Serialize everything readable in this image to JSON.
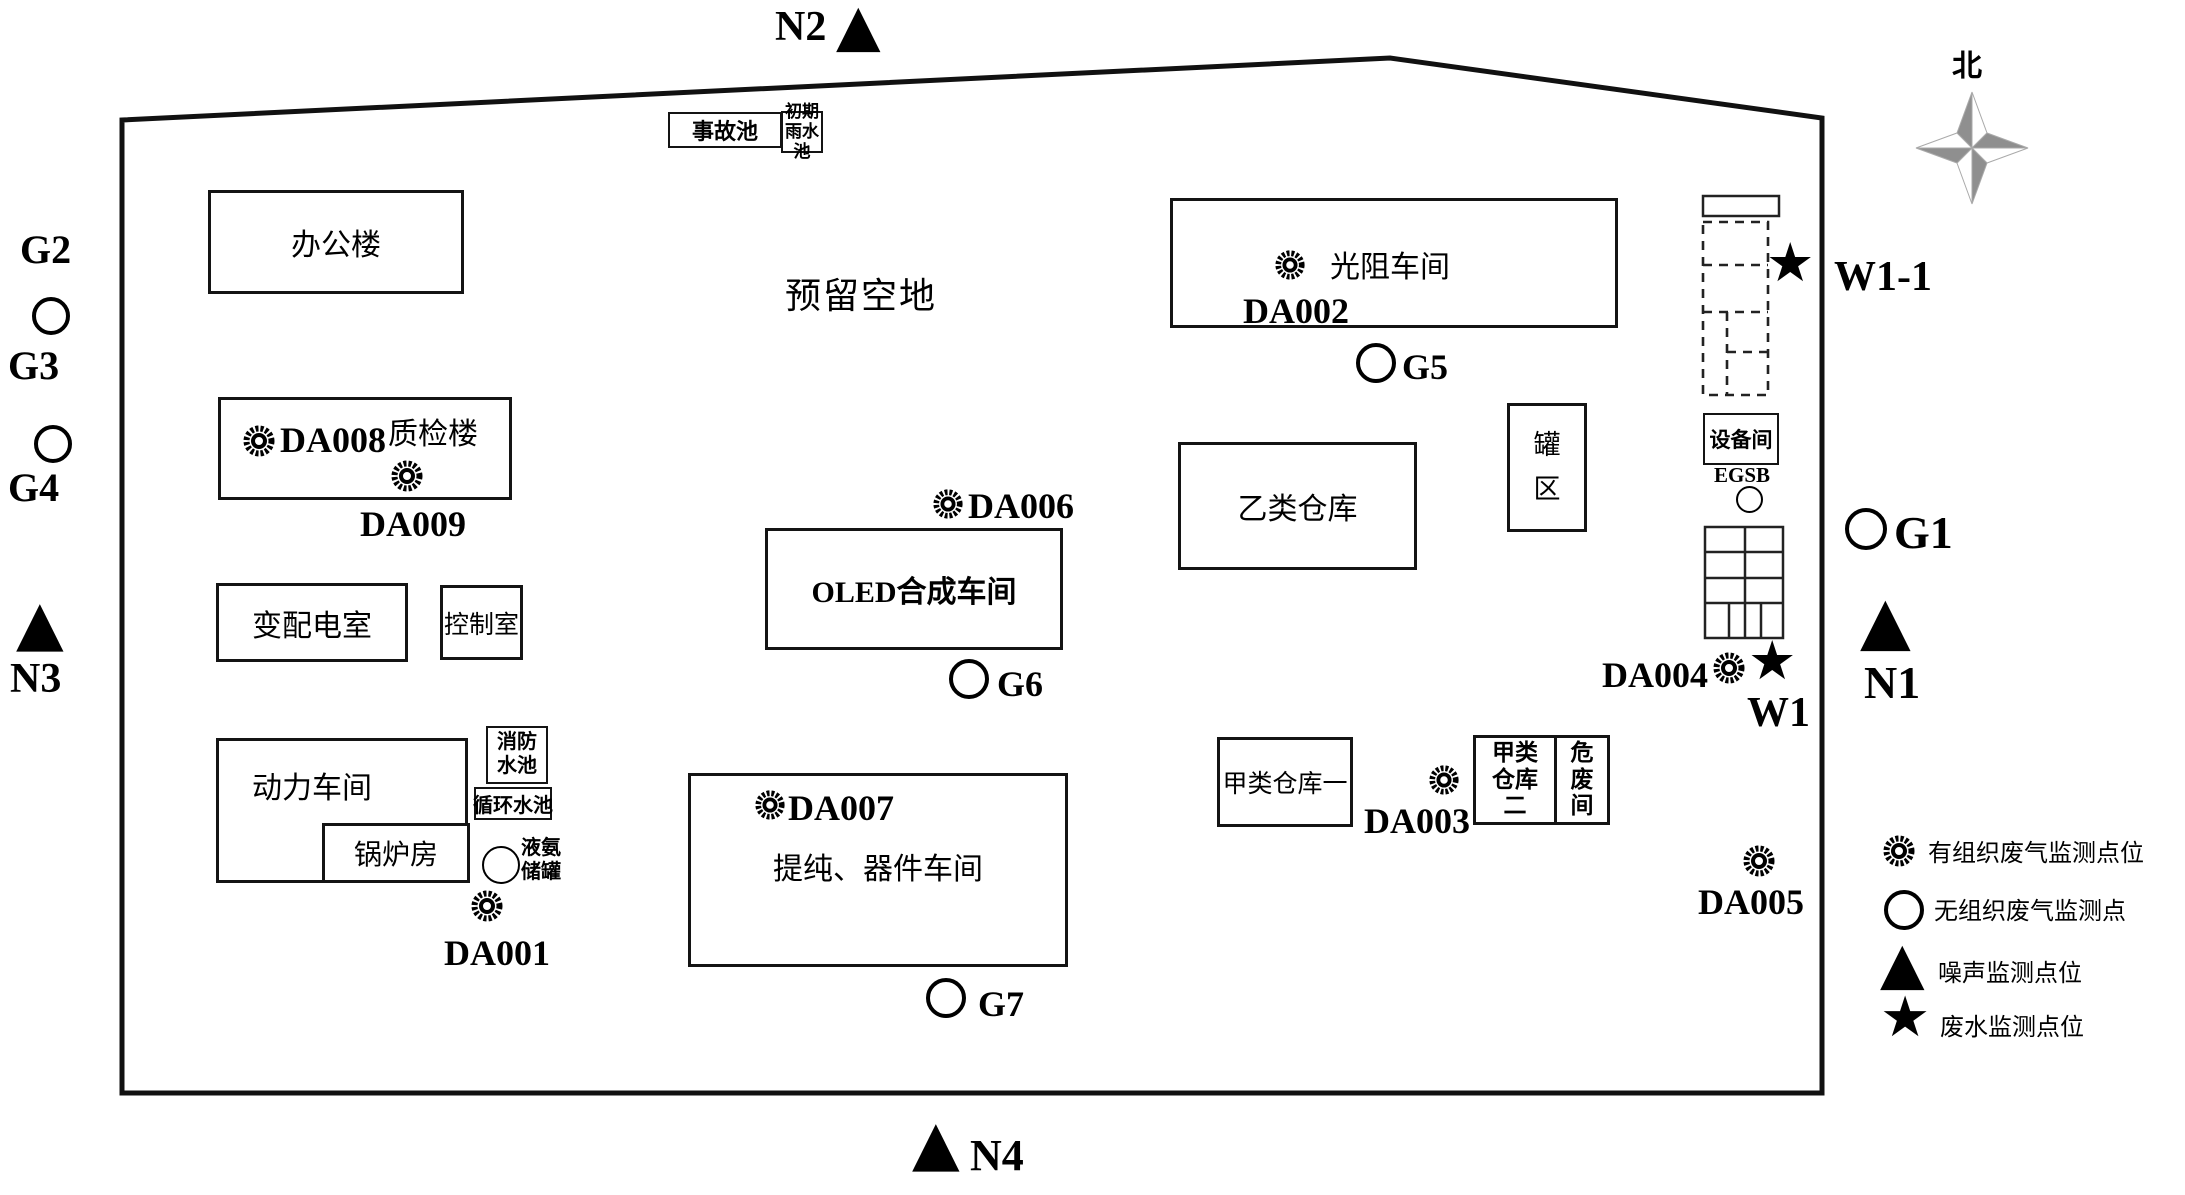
{
  "compass": {
    "north": "北"
  },
  "pools": {
    "accident": "事故池",
    "initial_rain": "初期\n雨水池"
  },
  "buildings": {
    "office": "办公楼",
    "reserved_land": "预留空地",
    "qc_building": "质检楼",
    "transformer_room": "变配电室",
    "control_room": "控制室",
    "power_workshop": "动力车间",
    "boiler_room": "锅炉房",
    "fire_pool": "消防\n水池",
    "circulating_pool": "循环水池",
    "ammonia_tank": "液氨\n储罐",
    "oled_workshop": "OLED合成车间",
    "purification_workshop": "提纯、器件车间",
    "photoresist_workshop": "光阻车间",
    "class_b_warehouse": "乙类仓库",
    "tank_area": "罐\n区",
    "class_a_warehouse_1": "甲类仓库一",
    "class_a_warehouse_2": "甲类\n仓库\n二",
    "hazardous_waste_room": "危\n废\n间",
    "equipment_room": "设备间",
    "egsb_label": "EGSB"
  },
  "organized_gas_points": {
    "da001": "DA001",
    "da002": "DA002",
    "da003": "DA003",
    "da004": "DA004",
    "da005": "DA005",
    "da006": "DA006",
    "da007": "DA007",
    "da008": "DA008",
    "da009": "DA009"
  },
  "unorganized_gas_points": {
    "g1": "G1",
    "g2": "G2",
    "g3": "G3",
    "g4": "G4",
    "g5": "G5",
    "g6": "G6",
    "g7": "G7"
  },
  "noise_points": {
    "n1": "N1",
    "n2": "N2",
    "n3": "N3",
    "n4": "N4"
  },
  "wastewater_points": {
    "w1": "W1",
    "w1_1": "W1-1"
  },
  "legend": {
    "organized_gas": "有组织废气监测点位",
    "unorganized_gas": "无组织废气监测点",
    "noise": "噪声监测点位",
    "wastewater": "废水监测点位"
  }
}
